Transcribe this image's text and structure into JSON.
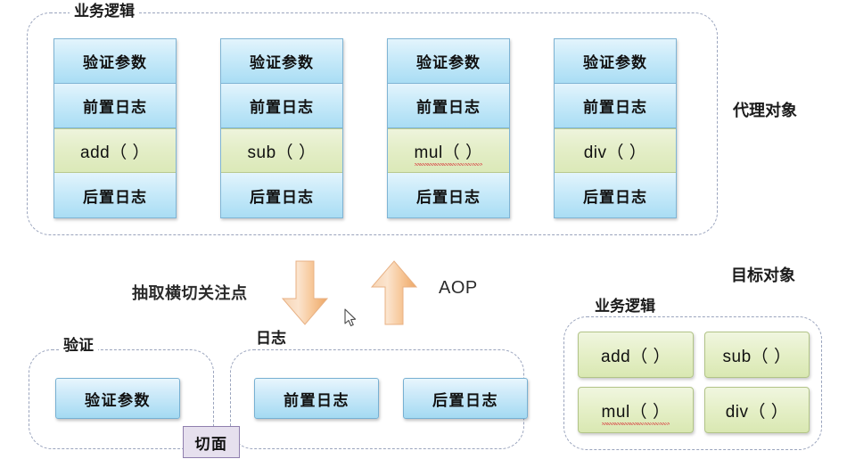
{
  "diagram": {
    "title": "Spring AOP proxy object vs target object diagram",
    "colors": {
      "blue_cell": "#a9ddf4",
      "green_cell": "#dbe9b8",
      "arrow_orange": "#f7c89a",
      "aspect_purple": "#e6e0ee",
      "dashed_border": "#9aa4bd"
    }
  },
  "proxy_section": {
    "group_label": "业务逻辑",
    "side_label": "代理对象",
    "columns": [
      {
        "rows": [
          "验证参数",
          "前置日志",
          "add（ ）",
          "后置日志"
        ],
        "method_index": 2,
        "method_misspelled": false
      },
      {
        "rows": [
          "验证参数",
          "前置日志",
          "sub（ ）",
          "后置日志"
        ],
        "method_index": 2,
        "method_misspelled": false
      },
      {
        "rows": [
          "验证参数",
          "前置日志",
          "mul（ ）",
          "后置日志"
        ],
        "method_index": 2,
        "method_misspelled": true
      },
      {
        "rows": [
          "验证参数",
          "前置日志",
          "div（ ）",
          "后置日志"
        ],
        "method_index": 2,
        "method_misspelled": false
      }
    ]
  },
  "middle": {
    "extract_label": "抽取横切关注点",
    "aop_label": "AOP",
    "down_arrow": "down-arrow",
    "up_arrow": "up-arrow"
  },
  "aspects": {
    "aspect_chip": "切面",
    "validate_group": {
      "label": "验证",
      "items": [
        "验证参数"
      ]
    },
    "log_group": {
      "label": "日志",
      "items": [
        "前置日志",
        "后置日志"
      ]
    }
  },
  "target_section": {
    "side_label": "目标对象",
    "group_label": "业务逻辑",
    "methods": [
      {
        "text": "add（ ）",
        "misspelled": false
      },
      {
        "text": "sub（ ）",
        "misspelled": false
      },
      {
        "text": "mul（ ）",
        "misspelled": true
      },
      {
        "text": "div（ ）",
        "misspelled": false
      }
    ]
  }
}
